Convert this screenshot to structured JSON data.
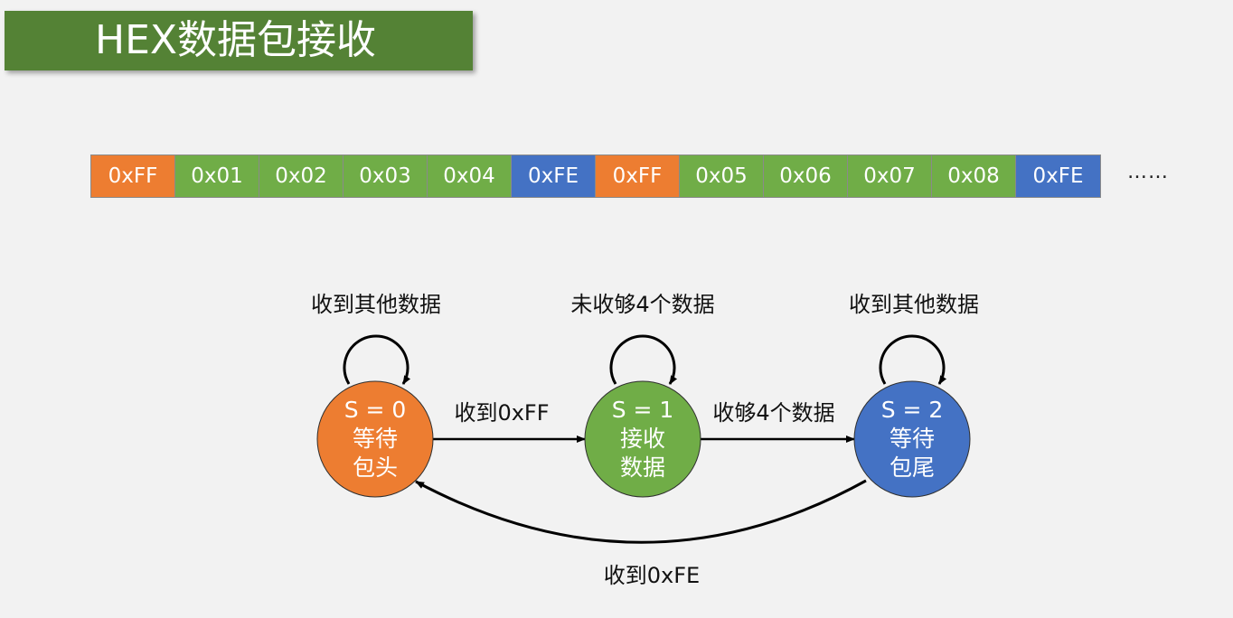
{
  "title": "HEX数据包接收",
  "packet": {
    "cells": [
      {
        "text": "0xFF",
        "color": "#ed7d31"
      },
      {
        "text": "0x01",
        "color": "#70ad47"
      },
      {
        "text": "0x02",
        "color": "#70ad47"
      },
      {
        "text": "0x03",
        "color": "#70ad47"
      },
      {
        "text": "0x04",
        "color": "#70ad47"
      },
      {
        "text": "0xFE",
        "color": "#4472c4"
      },
      {
        "text": "0xFF",
        "color": "#ed7d31"
      },
      {
        "text": "0x05",
        "color": "#70ad47"
      },
      {
        "text": "0x06",
        "color": "#70ad47"
      },
      {
        "text": "0x07",
        "color": "#70ad47"
      },
      {
        "text": "0x08",
        "color": "#70ad47"
      },
      {
        "text": "0xFE",
        "color": "#4472c4"
      }
    ],
    "ellipsis": "……"
  },
  "states": [
    {
      "lines": [
        "S = 0",
        "等待",
        "包头"
      ],
      "color": "#ed7d31",
      "self_loop_label": "收到其他数据"
    },
    {
      "lines": [
        "S = 1",
        "接收",
        "数据"
      ],
      "color": "#70ad47",
      "self_loop_label": "未收够4个数据"
    },
    {
      "lines": [
        "S = 2",
        "等待",
        "包尾"
      ],
      "color": "#4472c4",
      "self_loop_label": "收到其他数据"
    }
  ],
  "transitions": [
    {
      "from": 0,
      "to": 1,
      "label": "收到0xFF"
    },
    {
      "from": 1,
      "to": 2,
      "label": "收够4个数据"
    },
    {
      "from": 2,
      "to": 0,
      "label": "收到0xFE"
    }
  ]
}
